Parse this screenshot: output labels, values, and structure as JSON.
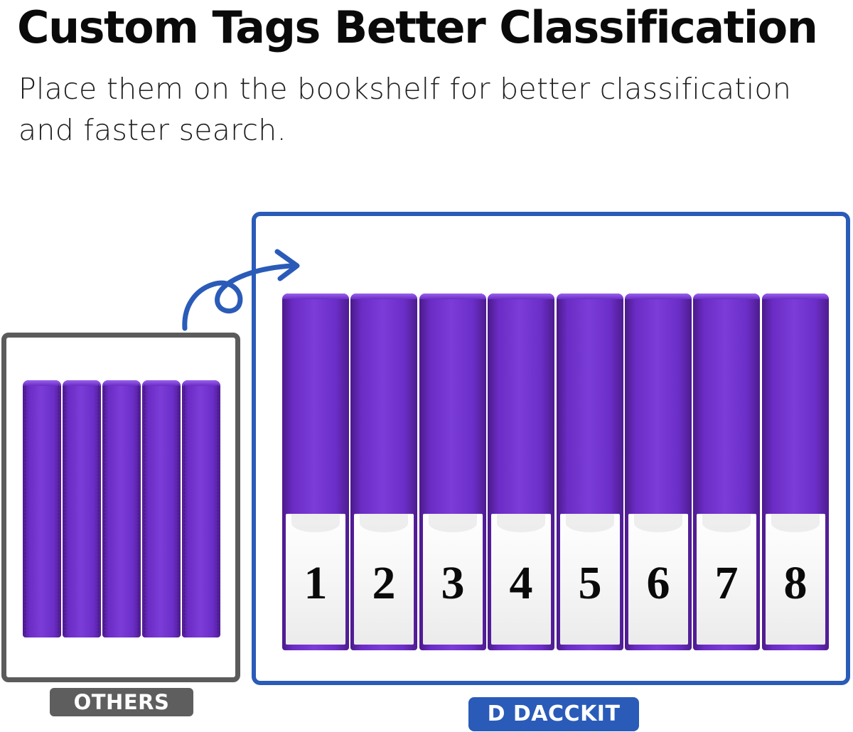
{
  "header": {
    "title": "Custom Tags Better Classification",
    "subtitle": "Place them on the bookshelf for better classification and faster search."
  },
  "comparison": {
    "others": {
      "label": "OTHERS",
      "book_count": 5,
      "book_color": "#6a2cc4",
      "frame_color": "#5b5b5b"
    },
    "brand": {
      "label": "D DACCKIT",
      "labels": [
        "1",
        "2",
        "3",
        "4",
        "5",
        "6",
        "7",
        "8"
      ],
      "book_color": "#6a2cc4",
      "frame_color": "#2a5bb8"
    },
    "arrow_icon": "curved-arrow-icon"
  }
}
